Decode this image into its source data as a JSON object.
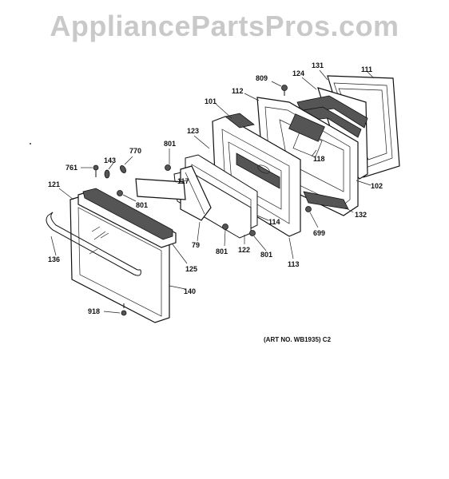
{
  "watermark": "AppliancePartsPros.com",
  "art_number": "(ART NO. WB1935) C2",
  "callouts": {
    "c809": "809",
    "c124": "124",
    "c131": "131",
    "c111": "111",
    "c101": "101",
    "c112": "112",
    "c123": "123",
    "c801a": "801",
    "c770": "770",
    "c143": "143",
    "c761": "761",
    "c121": "121",
    "c117": "117",
    "c118": "118",
    "c102": "102",
    "c801b": "801",
    "c114": "114",
    "c132": "132",
    "c699": "699",
    "c79": "79",
    "c801c": "801",
    "c122": "122",
    "c801d": "801",
    "c113": "113",
    "c136": "136",
    "c125": "125",
    "c140": "140",
    "c918": "918"
  }
}
